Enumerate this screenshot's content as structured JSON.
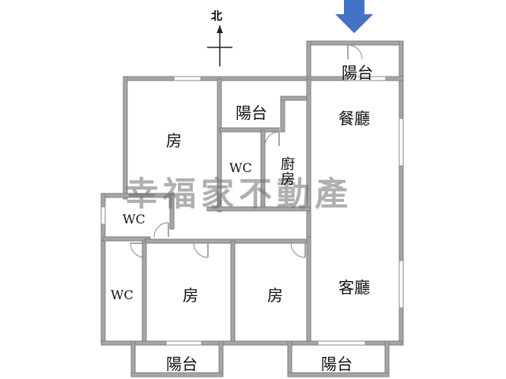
{
  "compass": {
    "label": "北"
  },
  "watermark": "幸福家不動產",
  "colors": {
    "entrance_arrow": "#4472c4",
    "wall": "#a6a6a6"
  },
  "icons": {
    "entrance": "entrance-arrow-icon",
    "compass": "north-compass-icon"
  },
  "rooms": {
    "balcony_top": "陽台",
    "dining": "餐廳",
    "bedroom_nw": "房",
    "balcony_inner": "陽台",
    "wc_center": "WC",
    "kitchen": "廚房",
    "wc_west": "WC",
    "wc_sw": "WC",
    "bedroom_s1": "房",
    "bedroom_s2": "房",
    "living": "客廳",
    "balcony_sw": "陽台",
    "balcony_se": "陽台"
  }
}
